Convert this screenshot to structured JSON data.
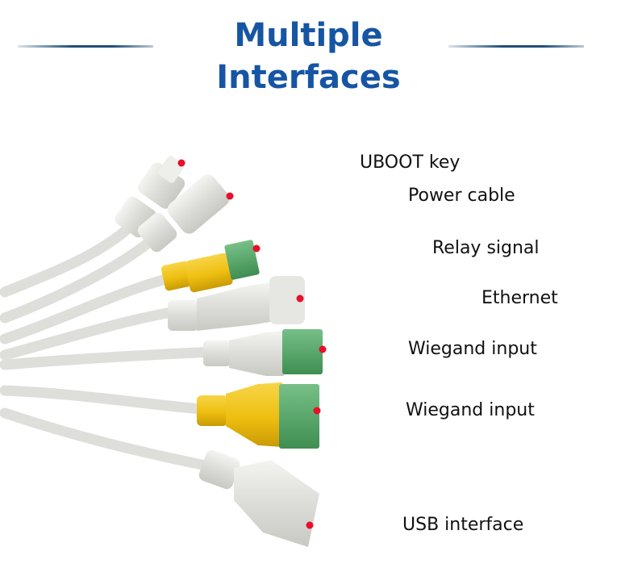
{
  "title": {
    "line1": "Multiple",
    "line2": "Interfaces"
  },
  "colors": {
    "title": "#1655a3",
    "divider": "#1f4e79",
    "pointer": "#e8102a",
    "cable": "#e6e6e2",
    "yellow": "#f0c30e",
    "green": "#58a86a"
  },
  "callouts": [
    {
      "label": "UBOOT key"
    },
    {
      "label": "Power cable"
    },
    {
      "label": "Relay signal"
    },
    {
      "label": "Ethernet"
    },
    {
      "label": "Wiegand input"
    },
    {
      "label": "Wiegand input"
    },
    {
      "label": "USB interface"
    }
  ]
}
